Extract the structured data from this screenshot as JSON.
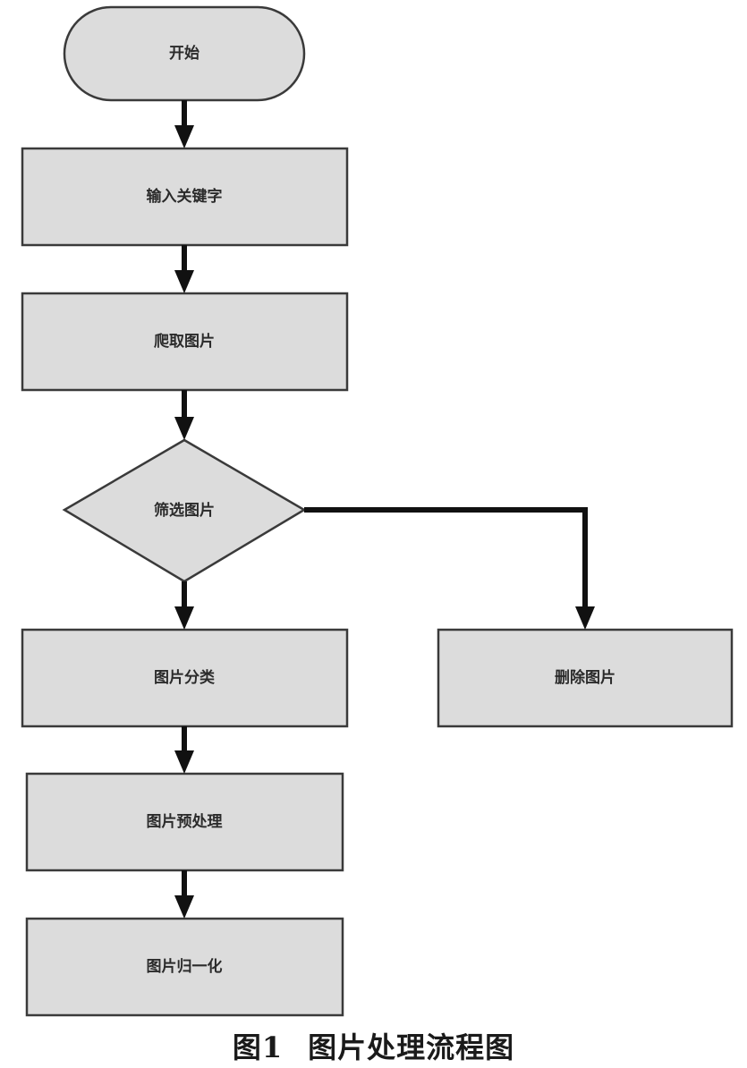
{
  "nodes": {
    "start": "开始",
    "input_keyword": "输入关键字",
    "crawl_images": "爬取图片",
    "filter_images": "筛选图片",
    "classify_images": "图片分类",
    "delete_images": "删除图片",
    "preprocess_images": "图片预处理",
    "normalize_images": "图片归一化"
  },
  "caption": {
    "number": "图1",
    "title": "图片处理流程图"
  },
  "colors": {
    "node_fill": "#dcdcdc",
    "node_stroke": "#3a3a3a",
    "arrow": "#111111"
  }
}
